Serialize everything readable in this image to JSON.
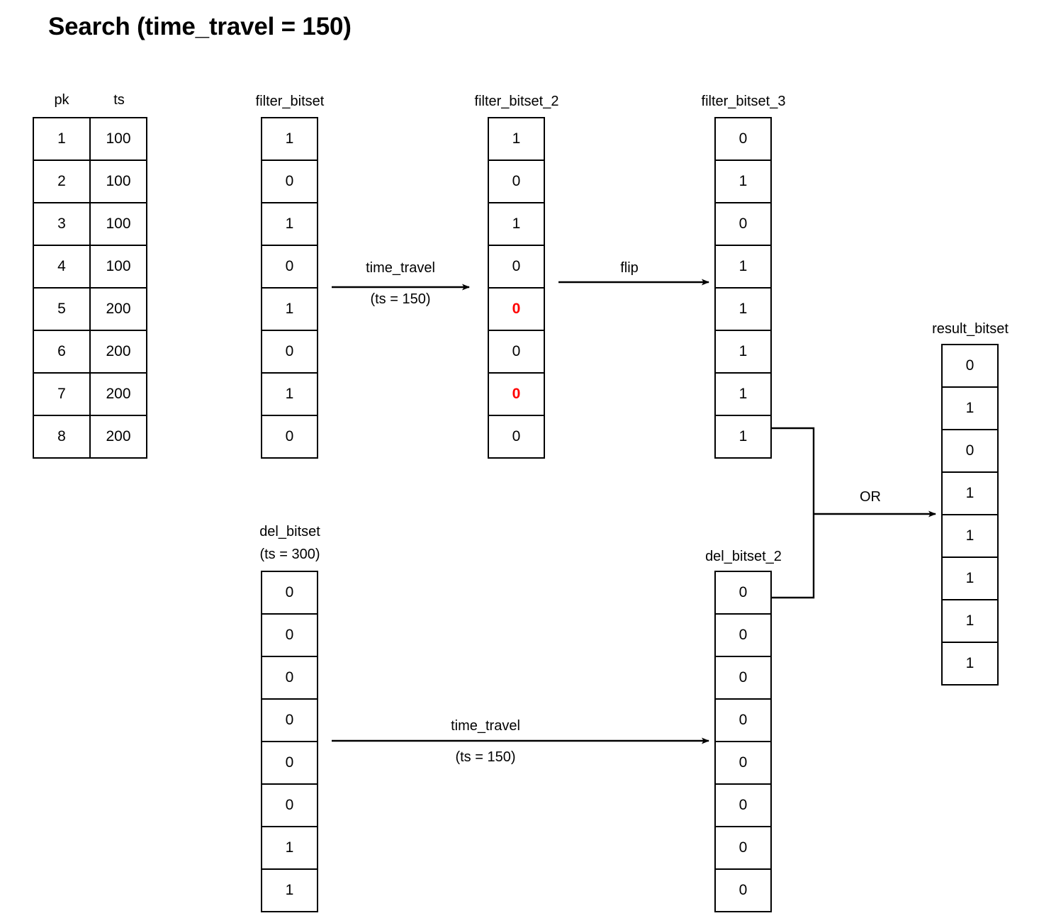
{
  "title": "Search (time_travel = 150)",
  "table": {
    "name": "pk-ts-table",
    "headers": [
      "pk",
      "ts"
    ],
    "rows": [
      [
        "1",
        "100"
      ],
      [
        "2",
        "100"
      ],
      [
        "3",
        "100"
      ],
      [
        "4",
        "100"
      ],
      [
        "5",
        "200"
      ],
      [
        "6",
        "200"
      ],
      [
        "7",
        "200"
      ],
      [
        "8",
        "200"
      ]
    ]
  },
  "bitsets": {
    "filter_bitset": {
      "label": "filter_bitset",
      "sublabel": "",
      "values": [
        "1",
        "0",
        "1",
        "0",
        "1",
        "0",
        "1",
        "0"
      ],
      "highlight": [
        false,
        false,
        false,
        false,
        false,
        false,
        false,
        false
      ]
    },
    "filter_bitset_2": {
      "label": "filter_bitset_2",
      "sublabel": "",
      "values": [
        "1",
        "0",
        "1",
        "0",
        "0",
        "0",
        "0",
        "0"
      ],
      "highlight": [
        false,
        false,
        false,
        false,
        true,
        false,
        true,
        false
      ]
    },
    "filter_bitset_3": {
      "label": "filter_bitset_3",
      "sublabel": "",
      "values": [
        "0",
        "1",
        "0",
        "1",
        "1",
        "1",
        "1",
        "1"
      ],
      "highlight": [
        false,
        false,
        false,
        false,
        false,
        false,
        false,
        false
      ]
    },
    "del_bitset": {
      "label": "del_bitset",
      "sublabel": "(ts = 300)",
      "values": [
        "0",
        "0",
        "0",
        "0",
        "0",
        "0",
        "1",
        "1"
      ],
      "highlight": [
        false,
        false,
        false,
        false,
        false,
        false,
        false,
        false
      ]
    },
    "del_bitset_2": {
      "label": "del_bitset_2",
      "sublabel": "",
      "values": [
        "0",
        "0",
        "0",
        "0",
        "0",
        "0",
        "0",
        "0"
      ],
      "highlight": [
        false,
        false,
        false,
        false,
        false,
        false,
        false,
        false
      ]
    },
    "result_bitset": {
      "label": "result_bitset",
      "sublabel": "",
      "values": [
        "0",
        "1",
        "0",
        "1",
        "1",
        "1",
        "1",
        "1"
      ],
      "highlight": [
        false,
        false,
        false,
        false,
        false,
        false,
        false,
        false
      ]
    }
  },
  "arrows": {
    "time_travel_top": {
      "line1": "time_travel",
      "line2": "(ts = 150)"
    },
    "flip": {
      "line1": "flip",
      "line2": ""
    },
    "time_travel_bottom": {
      "line1": "time_travel",
      "line2": "(ts = 150)"
    },
    "or": {
      "line1": "OR",
      "line2": ""
    }
  },
  "colors": {
    "stroke": "#000000",
    "background": "#ffffff",
    "highlight": "#ff0000"
  }
}
